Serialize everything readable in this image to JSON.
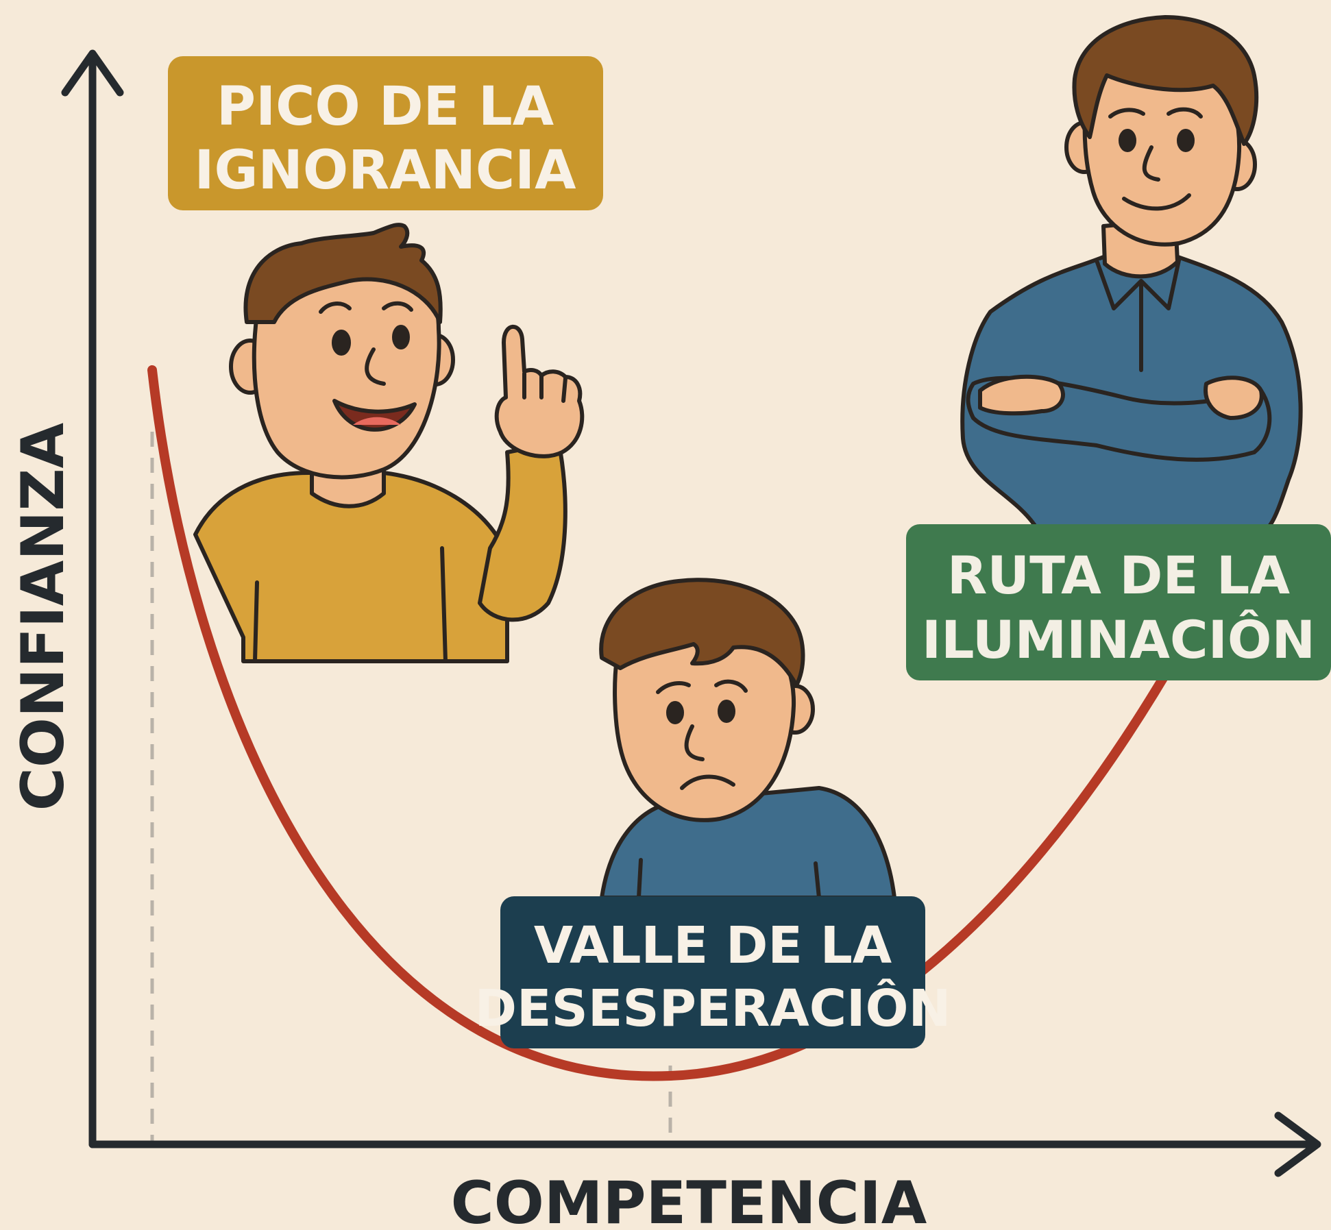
{
  "axes": {
    "y_label": "CONFIANZA",
    "x_label": "COMPETENCIA"
  },
  "stages": {
    "peak": {
      "line1": "PICO DE LA",
      "line2": "IGNORANCIA",
      "color": "#c9972c"
    },
    "valley": {
      "line1": "VALLE DE LA",
      "line2": "DESESPERACIÔN",
      "color": "#1c3e4f"
    },
    "slope": {
      "line1": "RUTA DE LA",
      "line2": "ILUMINACIÔN",
      "color": "#3f7a4e"
    }
  },
  "colors": {
    "background": "#f6ead9",
    "curve": "#b63a26",
    "axis": "#252a2e",
    "skin": "#f0b98c",
    "hair": "#7a4a22",
    "yellow_shirt": "#d8a23a",
    "blue_shirt": "#3f6d8c"
  }
}
